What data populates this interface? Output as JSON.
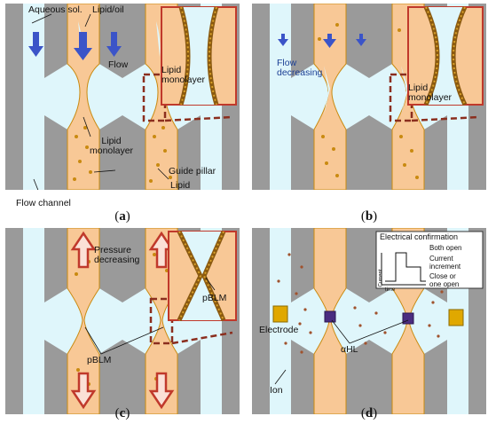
{
  "panels": {
    "a": {
      "caption_open": "(",
      "caption_letter": "a",
      "caption_close": ")",
      "labels": {
        "aqueous": "Aqueous sol.",
        "lipid_oil": "Lipid/oil",
        "flow": "Flow",
        "lipid_monolayer_center": "Lipid\nmonolayer",
        "lipid_monolayer_inset": "Lipid\nmonolayer",
        "guide_pillar": "Guide pillar",
        "lipid": "Lipid",
        "flow_channel": "Flow channel"
      }
    },
    "b": {
      "caption_open": "(",
      "caption_letter": "b",
      "caption_close": ")",
      "labels": {
        "flow_decreasing": "Flow\ndecreasing",
        "lipid_monolayer_inset": "Lipid\nmonolayer"
      }
    },
    "c": {
      "caption_open": "(",
      "caption_letter": "c",
      "caption_close": ")",
      "labels": {
        "pressure_decreasing": "Pressure\ndecreasing",
        "pblm_inset": "pBLM",
        "pblm_center": "pBLM"
      }
    },
    "d": {
      "caption_open": "(",
      "caption_letter": "d",
      "caption_close": ")",
      "labels": {
        "electrical_confirmation": "Electrical confirmation",
        "both_open": "Both open",
        "current_increment": "Current\nincrement",
        "close_or_one_open": "Close or\none open",
        "current_axis": "Current",
        "time_axis": "time",
        "electrode": "Electrode",
        "ahl": "αHL",
        "ion": "Ion"
      }
    }
  },
  "colors": {
    "aqueous": "#dff6fb",
    "oil": "#f8c896",
    "pillar": "#9a9a9a",
    "flow_arrow": "#3b54c8",
    "pressure_arrow": "#c0392b",
    "inset_border": "#c0392b",
    "monolayer": "#c98a10",
    "electrode": "#e0a800",
    "protein": "#4a2c80"
  }
}
